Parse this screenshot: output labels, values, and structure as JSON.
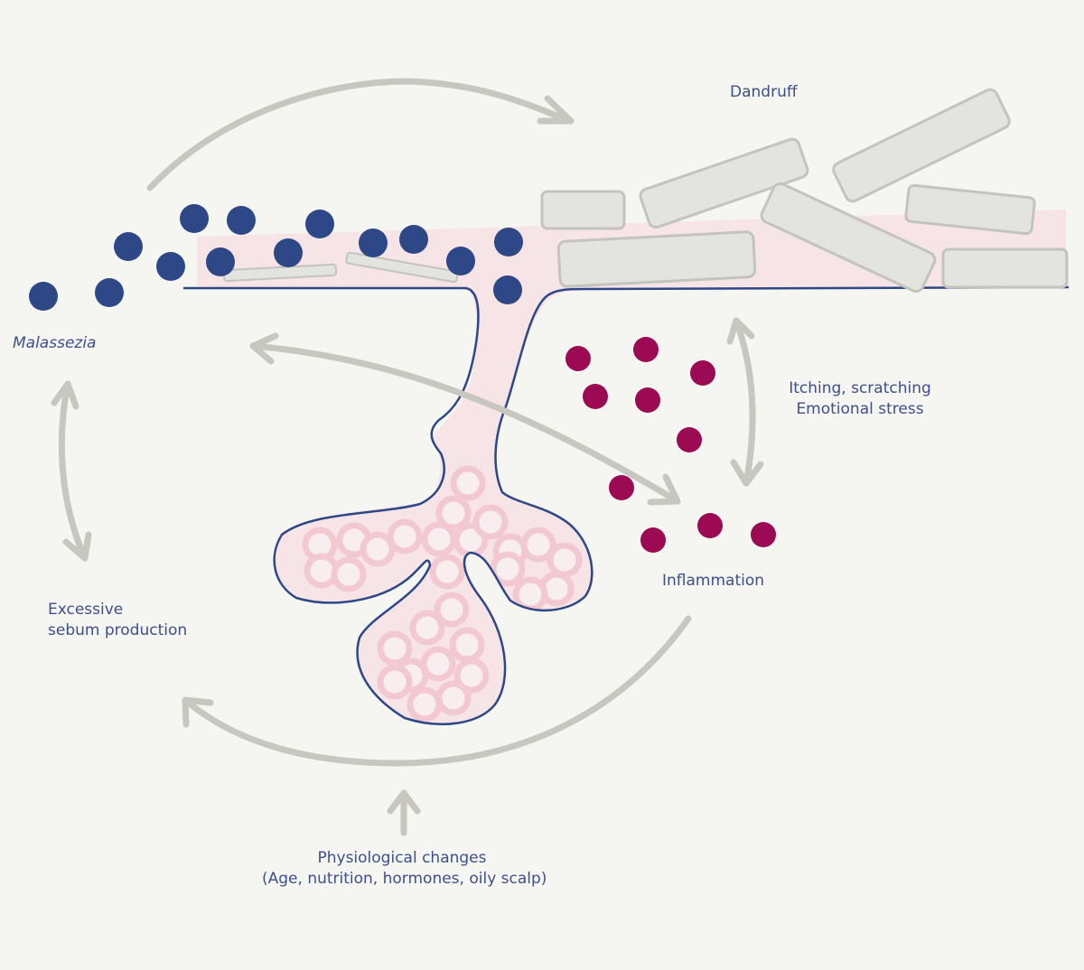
{
  "colors": {
    "background": "#f5f5f2",
    "label_text": "#3f4f8a",
    "skin_line": "#2e4787",
    "follicle_fill": "#f6e4e6",
    "gland_cell": "#f2c9d0",
    "malassezia": "#2e4787",
    "inflammation_cells": "#9b0a52",
    "dandruff_flakes": "#e3e3df",
    "flake_outline": "#c4c4be",
    "cycle_arrows": "#c7c7c0"
  },
  "labels": {
    "dandruff": "Dandruff",
    "malassezia": "Malassezia",
    "itching_line1": "Itching, scratching",
    "itching_line2": "Emotional stress",
    "inflammation": "Inflammation",
    "sebum_line1": "Excessive",
    "sebum_line2": "sebum production",
    "physio_line1": "Physiological changes",
    "physio_line2": "(Age, nutrition, hormones, oily scalp)"
  },
  "icons": {
    "malassezia": "navy-dot",
    "inflammation": "crimson-dot",
    "dandruff": "grey-flake",
    "gland": "pink-ring-cell"
  }
}
